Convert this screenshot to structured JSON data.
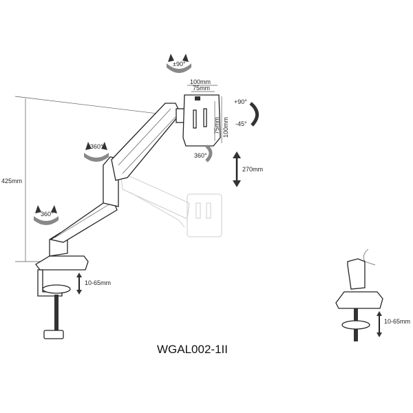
{
  "title": "WGAL002-1II",
  "labels": {
    "tilt_rotation": "±90°",
    "vesa_width_outer": "100mm",
    "vesa_width_inner": "75mm",
    "vesa_height_inner": "75mm",
    "vesa_height_outer": "100mm",
    "tilt_up": "+90°",
    "tilt_down": "-45°",
    "screen_rotation": "360°",
    "upper_arm_rotation": "360°",
    "lower_arm_rotation": "360°",
    "height_adjust": "270mm",
    "total_height": "425mm",
    "clamp_range": "10-65mm",
    "grommet_range": "10-65mm"
  }
}
